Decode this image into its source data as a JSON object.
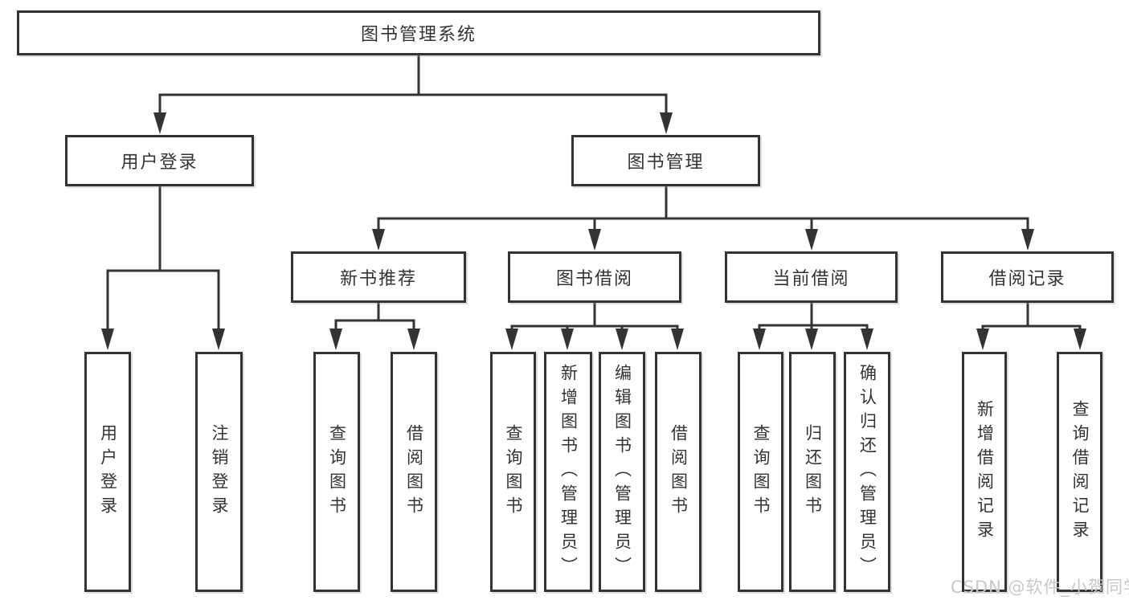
{
  "diagram_type": "hierarchy-tree",
  "watermark": "CSDN @软件_小贺同学",
  "colors": {
    "line": "#333333",
    "box_border": "#333333",
    "box_fill": "#ffffff",
    "text": "#333333",
    "watermark_text": "#c8c8c8",
    "background": "#ffffff"
  },
  "nodes": {
    "root": {
      "label": "图书管理系统"
    },
    "user_login": {
      "label": "用户登录"
    },
    "book_mgmt": {
      "label": "图书管理"
    },
    "leaf_user_login": {
      "label": "用户登录"
    },
    "leaf_logout": {
      "label": "注销登录"
    },
    "new_book_rec": {
      "label": "新书推荐"
    },
    "book_borrow": {
      "label": "图书借阅"
    },
    "current_borrow": {
      "label": "当前借阅"
    },
    "borrow_records": {
      "label": "借阅记录"
    },
    "nb_query": {
      "label": "查询图书"
    },
    "nb_borrow": {
      "label": "借阅图书"
    },
    "bb_query": {
      "label": "查询图书"
    },
    "bb_add": {
      "label": "新增图书（管理员）"
    },
    "bb_edit": {
      "label": "编辑图书（管理员）"
    },
    "bb_borrow": {
      "label": "借阅图书"
    },
    "cb_query": {
      "label": "查询图书"
    },
    "cb_return": {
      "label": "归还图书"
    },
    "cb_confirm": {
      "label": "确认归还（管理员）"
    },
    "br_add": {
      "label": "新增借阅记录"
    },
    "br_query": {
      "label": "查询借阅记录"
    }
  },
  "edges": [
    [
      "root",
      "user_login"
    ],
    [
      "root",
      "book_mgmt"
    ],
    [
      "user_login",
      "leaf_user_login"
    ],
    [
      "user_login",
      "leaf_logout"
    ],
    [
      "book_mgmt",
      "new_book_rec"
    ],
    [
      "book_mgmt",
      "book_borrow"
    ],
    [
      "book_mgmt",
      "current_borrow"
    ],
    [
      "book_mgmt",
      "borrow_records"
    ],
    [
      "new_book_rec",
      "nb_query"
    ],
    [
      "new_book_rec",
      "nb_borrow"
    ],
    [
      "book_borrow",
      "bb_query"
    ],
    [
      "book_borrow",
      "bb_add"
    ],
    [
      "book_borrow",
      "bb_edit"
    ],
    [
      "book_borrow",
      "bb_borrow"
    ],
    [
      "current_borrow",
      "cb_query"
    ],
    [
      "current_borrow",
      "cb_return"
    ],
    [
      "current_borrow",
      "cb_confirm"
    ],
    [
      "borrow_records",
      "br_add"
    ],
    [
      "borrow_records",
      "br_query"
    ]
  ]
}
